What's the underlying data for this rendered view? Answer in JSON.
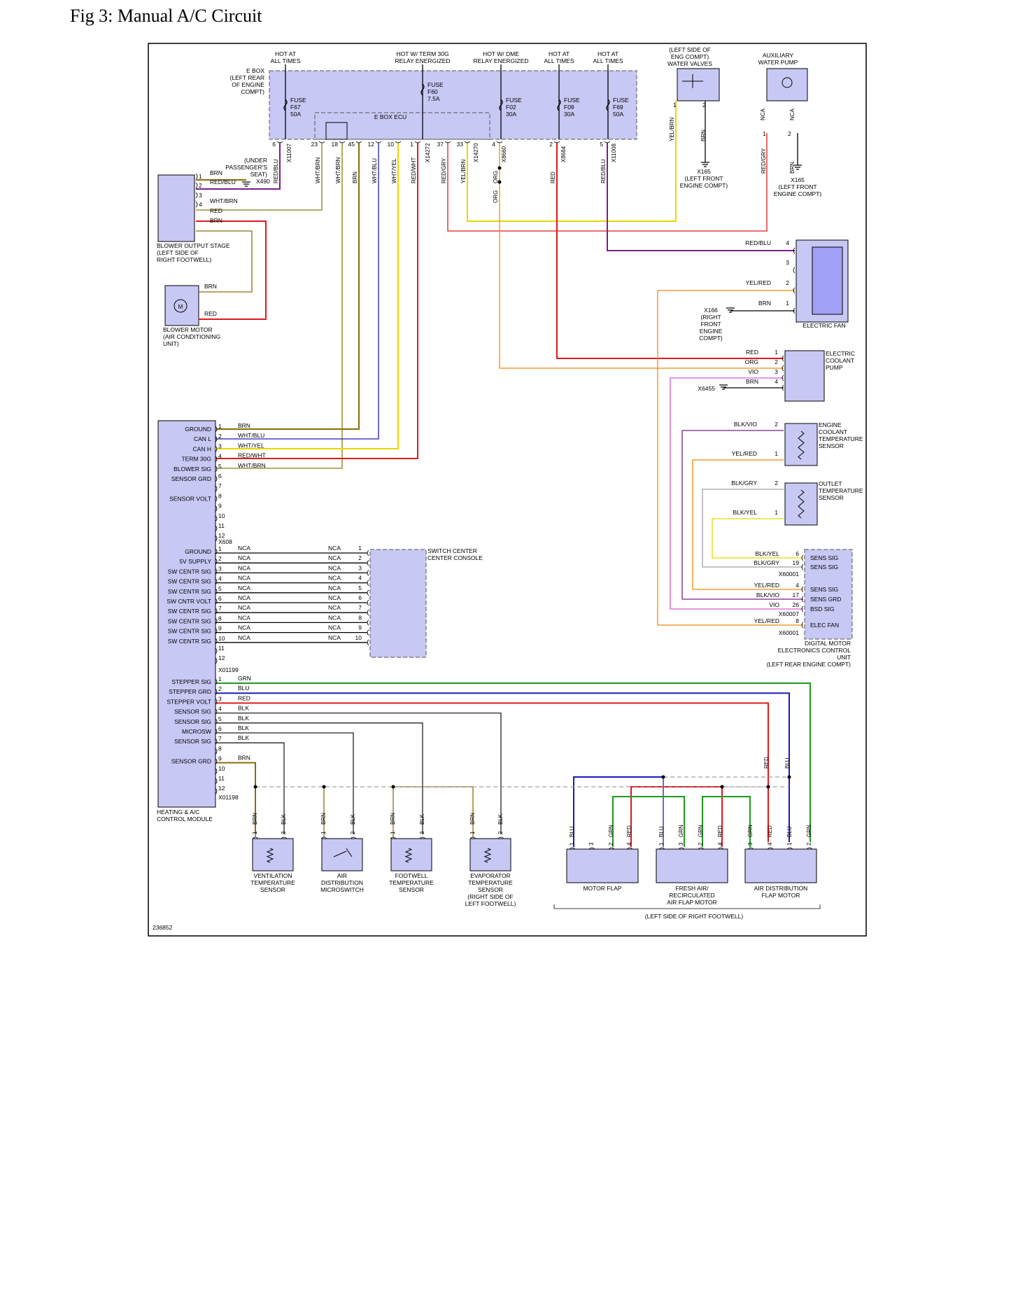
{
  "title": "Fig 3: Manual A/C Circuit",
  "figure_id": "236852",
  "colors": {
    "BRN": "#8a6d0c",
    "RED": "#e0191b",
    "YEL": "#e8d800",
    "BLU": "#1a1ab8",
    "GRN": "#1c9a1c",
    "VIO": "#d25ad8",
    "ORG": "#f08b0e",
    "BLK": "#222222",
    "PUR": "#7a1e8a",
    "GRY": "#a0a0a0",
    "OLIVE": "#8a7a14",
    "BLOCK": "#c8c8f5"
  },
  "top": {
    "power_labels": [
      "HOT AT\nALL TIMES",
      "HOT W/ TERM 30G\nRELAY ENERGIZED",
      "HOT W/ DME\nRELAY ENERGIZED",
      "HOT AT\nALL TIMES",
      "HOT AT\nALL TIMES"
    ],
    "ebox_label": "E BOX\n(LEFT REAR\nOF ENGINE\nCOMPT)",
    "ebox_ecu": "E BOX ECU",
    "fuses": [
      "FUSE\nF67\n50A",
      "FUSE\nF60\n7.5A",
      "FUSE\nF02\n30A",
      "FUSE\nF09\n30A",
      "FUSE\nF69\n50A"
    ],
    "ebox_pins": [
      "6",
      "23",
      "18",
      "45",
      "12",
      "10",
      "1",
      "37",
      "33",
      "4",
      "2",
      "5"
    ],
    "ebox_wire_labels": [
      "RED/BLU",
      "WHT/BRN",
      "WHT/BRN",
      "BRN",
      "WHT/BLU",
      "WHT/YEL",
      "RED/WHT",
      "RED/GRY",
      "YEL/BRN",
      "ORG",
      "RED",
      "RED/BLU"
    ],
    "ebox_connectors": [
      "X11007",
      "X14272",
      "X14270",
      "X8660",
      "X8684",
      "X11008"
    ],
    "under_seat": "(UNDER\nPASSENGER'S\nSEAT)",
    "x490": "X490",
    "org_lower": "ORG",
    "water_valves": "(LEFT SIDE OF\nENG COMPT)\nWATER VALVES",
    "water_valves_pins": [
      "1",
      "2"
    ],
    "water_valves_wires": [
      "YEL/BRN",
      "BRN"
    ],
    "x165_a": "X165\n(LEFT FRONT\nENGINE COMPT)",
    "aux_pump": "AUXILIARY\nWATER PUMP",
    "aux_pump_pins": [
      "1",
      "2"
    ],
    "aux_pump_nca": [
      "NCA",
      "NCA"
    ],
    "aux_pump_wires": [
      "RED/GRY",
      "BRN"
    ],
    "x165_b": "X165\n(LEFT FRONT\nENGINE COMPT)"
  },
  "blower_output": {
    "label": "BLOWER OUTPUT STAGE\n(LEFT SIDE OF\nRIGHT FOOTWELL)",
    "pins": [
      "1",
      "2",
      "3",
      "4"
    ],
    "wires": [
      "BRN",
      "RED/BLU",
      "",
      "WHT/BRN",
      "RED",
      "BRN"
    ]
  },
  "blower_motor": {
    "label": "BLOWER MOTOR\n(AIR CONDITIONING\nUNIT)",
    "symbol": "M",
    "wires": [
      "BRN",
      "RED"
    ]
  },
  "electric_fan": {
    "label": "ELECTRIC FAN",
    "pins": [
      "4",
      "3",
      "2",
      "1"
    ],
    "wires": [
      "RED/BLU",
      "",
      "YEL/RED",
      "BRN"
    ],
    "x166": "X166\n(RIGHT\nFRONT\nENGINE\nCOMPT)"
  },
  "coolant_pump": {
    "label": "ELECTRIC\nCOOLANT\nPUMP",
    "pins": [
      "1",
      "2",
      "3",
      "4"
    ],
    "wires": [
      "RED",
      "ORG",
      "VIO",
      "BRN"
    ],
    "ground": "X6455"
  },
  "ect_sensor": {
    "label": "ENGINE\nCOOLANT\nTEMPERATURE\nSENSOR",
    "pins": [
      "2",
      "1"
    ],
    "wires": [
      "BLK/VIO",
      "YEL/RED"
    ]
  },
  "outlet_sensor": {
    "label": "OUTLET\nTEMPERATURE\nSENSOR",
    "pins": [
      "2",
      "1"
    ],
    "wires": [
      "BLK/GRY",
      "BLK/YEL"
    ]
  },
  "dme": {
    "label": "DIGITAL MOTOR\nELECTRONICS CONTROL\nUNIT\n(LEFT REAR ENGINE COMPT)",
    "rows": [
      {
        "wire": "BLK/YEL",
        "pin": "6",
        "sig": "SENS SIG"
      },
      {
        "wire": "BLK/GRY",
        "pin": "19",
        "sig": "SENS SIG"
      },
      {
        "wire": "YEL/RED",
        "pin": "4",
        "sig": "SENS SIG"
      },
      {
        "wire": "BLK/VIO",
        "pin": "17",
        "sig": "SENS GRD"
      },
      {
        "wire": "VIO",
        "pin": "26",
        "sig": "BSD SIG"
      },
      {
        "wire": "YEL/RED",
        "pin": "8",
        "sig": "ELEC FAN"
      }
    ],
    "connectors": [
      "X60001",
      "X60007",
      "X60001"
    ]
  },
  "module": {
    "label": "HEATING & A/C\nCONTROL MODULE",
    "group1": {
      "signals": [
        "GROUND",
        "CAN L",
        "CAN H",
        "TERM 30G",
        "BLOWER SIG",
        "SENSOR GRD",
        "",
        "SENSOR VOLT",
        "",
        "",
        "",
        ""
      ],
      "pins": [
        "1",
        "2",
        "3",
        "4",
        "5",
        "6",
        "7",
        "8",
        "9",
        "10",
        "11",
        "12"
      ],
      "wires": [
        "BRN",
        "WHT/BLU",
        "WHT/YEL",
        "RED/WHT",
        "WHT/BRN"
      ],
      "connector": "X608"
    },
    "group2": {
      "signals": [
        "GROUND",
        "5V SUPPLY",
        "SW CENTR SIG",
        "SW CENTR SIG",
        "SW CENTR SIG",
        "SW CNTR VOLT",
        "SW CENTR SIG",
        "SW CENTR SIG",
        "SW CENTR SIG",
        "SW CENTR SIG",
        "",
        ""
      ],
      "pins": [
        "1",
        "2",
        "3",
        "4",
        "5",
        "6",
        "7",
        "8",
        "9",
        "10",
        "11",
        "12"
      ],
      "connector": "X01199"
    },
    "group3": {
      "signals": [
        "STEPPER SIG",
        "STEPPER GRD",
        "STEPPER VOLT",
        "SENSOR SIG",
        "SENSOR SIG",
        "MICROSW",
        "SENSOR SIG",
        "",
        "SENSOR GRD",
        "",
        "",
        ""
      ],
      "pins": [
        "1",
        "2",
        "3",
        "4",
        "5",
        "6",
        "7",
        "8",
        "9",
        "10",
        "11",
        "12"
      ],
      "wires": [
        "GRN",
        "BLU",
        "RED",
        "BLK",
        "BLK",
        "BLK",
        "BLK",
        "",
        "BRN"
      ],
      "connector": "X01198"
    }
  },
  "switch_center": {
    "label": "SWITCH CENTER\nCENTER CONSOLE",
    "nca": "NCA",
    "pins": [
      "1",
      "2",
      "3",
      "4",
      "5",
      "6",
      "7",
      "8",
      "9",
      "10"
    ]
  },
  "bottom_sensors": [
    {
      "label": "VENTILATION\nTEMPERATURE\nSENSOR",
      "pins": [
        "1",
        "3"
      ],
      "wires": [
        "BRN",
        "BLK"
      ]
    },
    {
      "label": "AIR\nDISTRIBUTION\nMICROSWITCH",
      "pins": [
        "1",
        "2"
      ],
      "wires": [
        "BRN",
        "BLK"
      ]
    },
    {
      "label": "FOOTWELL\nTEMPERATURE\nSENSOR",
      "pins": [
        "1",
        "3"
      ],
      "wires": [
        "BRN",
        "BLK"
      ]
    },
    {
      "label": "EVAPORATOR\nTEMPERATURE\nSENSOR\n(RIGHT SIDE OF\nLEFT FOOTWELL)",
      "pins": [
        "1",
        "2"
      ],
      "wires": [
        "BRN",
        "BLK"
      ]
    }
  ],
  "motors": [
    {
      "label": "MOTOR FLAP",
      "pins": [
        "1",
        "3",
        "2",
        "4"
      ],
      "wires": [
        "BLU",
        "",
        "GRN",
        "RED"
      ]
    },
    {
      "label": "FRESH AIR/\nRECIRCULATED\nAIR FLAP MOTOR",
      "pins": [
        "1",
        "3",
        "2",
        "4"
      ],
      "wires": [
        "BLU",
        "GRN",
        "GRN",
        "RED"
      ]
    },
    {
      "label": "AIR DISTRIBUTION\nFLAP MOTOR",
      "pins": [
        "3",
        "4",
        "1",
        "2"
      ],
      "wires": [
        "GRN",
        "RED",
        "BLU",
        "GRN"
      ]
    }
  ],
  "motor_group_label": "(LEFT SIDE OF RIGHT FOOTWELL)",
  "right_trunk_labels": [
    "RED",
    "BLU"
  ]
}
